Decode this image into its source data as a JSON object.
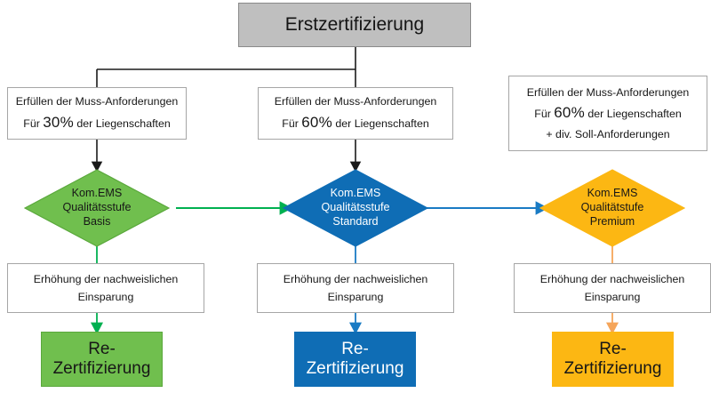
{
  "diagram": {
    "title": "Erstzertifizierung",
    "colors": {
      "header_fill": "#bfbfbf",
      "header_border": "#8a8a8a",
      "box_fill": "#ffffff",
      "box_border": "#a6a6a6",
      "green": "#70bf4e",
      "green_border": "#5aa83c",
      "blue": "#0f6db5",
      "blue_border": "#0f6db5",
      "orange": "#fcb713",
      "orange_border": "#fcb713",
      "green_arrow": "#00b050",
      "blue_arrow": "#1a7bc4",
      "orange_arrow": "#f5a55a",
      "connector_black": "#1a1a1a",
      "text_dark": "#171717",
      "text_light": "#ffffff"
    },
    "columns": [
      {
        "key": "basis",
        "accent": "green",
        "requirement": {
          "line1": "Erfüllen der Muss-Anforderungen",
          "line2_prefix": "Für ",
          "line2_percent": "30%",
          "line2_suffix": " der Liegenschaften",
          "line3": ""
        },
        "level": {
          "line1": "Kom.EMS",
          "line2": "Qualitätsstufe",
          "line3": "Basis"
        },
        "saving": {
          "line1": "Erhöhung der nachweislichen",
          "line2": "Einsparung"
        },
        "result": {
          "line1": "Re-",
          "line2": "Zertifizierung"
        }
      },
      {
        "key": "standard",
        "accent": "blue",
        "requirement": {
          "line1": "Erfüllen der Muss-Anforderungen",
          "line2_prefix": "Für ",
          "line2_percent": "60%",
          "line2_suffix": " der Liegenschaften",
          "line3": ""
        },
        "level": {
          "line1": "Kom.EMS",
          "line2": "Qualitätsstufe",
          "line3": "Standard"
        },
        "saving": {
          "line1": "Erhöhung der nachweislichen",
          "line2": "Einsparung"
        },
        "result": {
          "line1": "Re-",
          "line2": "Zertifizierung"
        }
      },
      {
        "key": "premium",
        "accent": "orange",
        "requirement": {
          "line1": "Erfüllen der Muss-Anforderungen",
          "line2_prefix": "Für ",
          "line2_percent": "60%",
          "line2_suffix": " der Liegenschaften",
          "line3": "+ div. Soll-Anforderungen"
        },
        "level": {
          "line1": "Kom.EMS",
          "line2": "Qualitätstufe",
          "line3": "Premium"
        },
        "saving": {
          "line1": "Erhöhung der nachweislichen",
          "line2": "Einsparung"
        },
        "result": {
          "line1": "Re-",
          "line2": "Zertifizierung"
        }
      }
    ]
  }
}
